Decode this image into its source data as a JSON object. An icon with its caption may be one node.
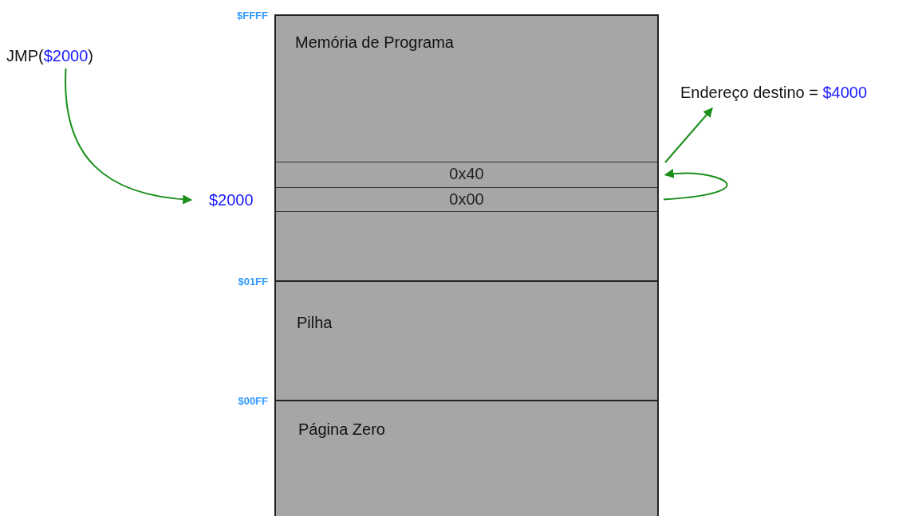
{
  "diagram": {
    "nodes": [
      {
        "text": [
          "Memória de Programa"
        ]
      },
      {
        "text": [
          "0x40"
        ],
        "in": 0
      },
      {
        "text": [
          "0x00"
        ],
        "in": 0
      },
      {
        "text": [
          "Pilha"
        ]
      },
      {
        "text": [
          "Página Zero"
        ]
      },
      {
        "text": [
          "JMP($2000)"
        ]
      },
      {
        "text": [
          "$2000"
        ]
      },
      {
        "text": [
          "Endereço destino = $4000"
        ]
      }
    ],
    "edges": [
      {
        "from": 5,
        "to": 6,
        "arrow": "to"
      },
      {
        "from": 2,
        "to": 1,
        "arrow": "to"
      },
      {
        "from": 1,
        "to": 7,
        "arrow": "to"
      }
    ],
    "labels": [
      "$FFFF",
      "$01FF",
      "$00FF"
    ]
  }
}
